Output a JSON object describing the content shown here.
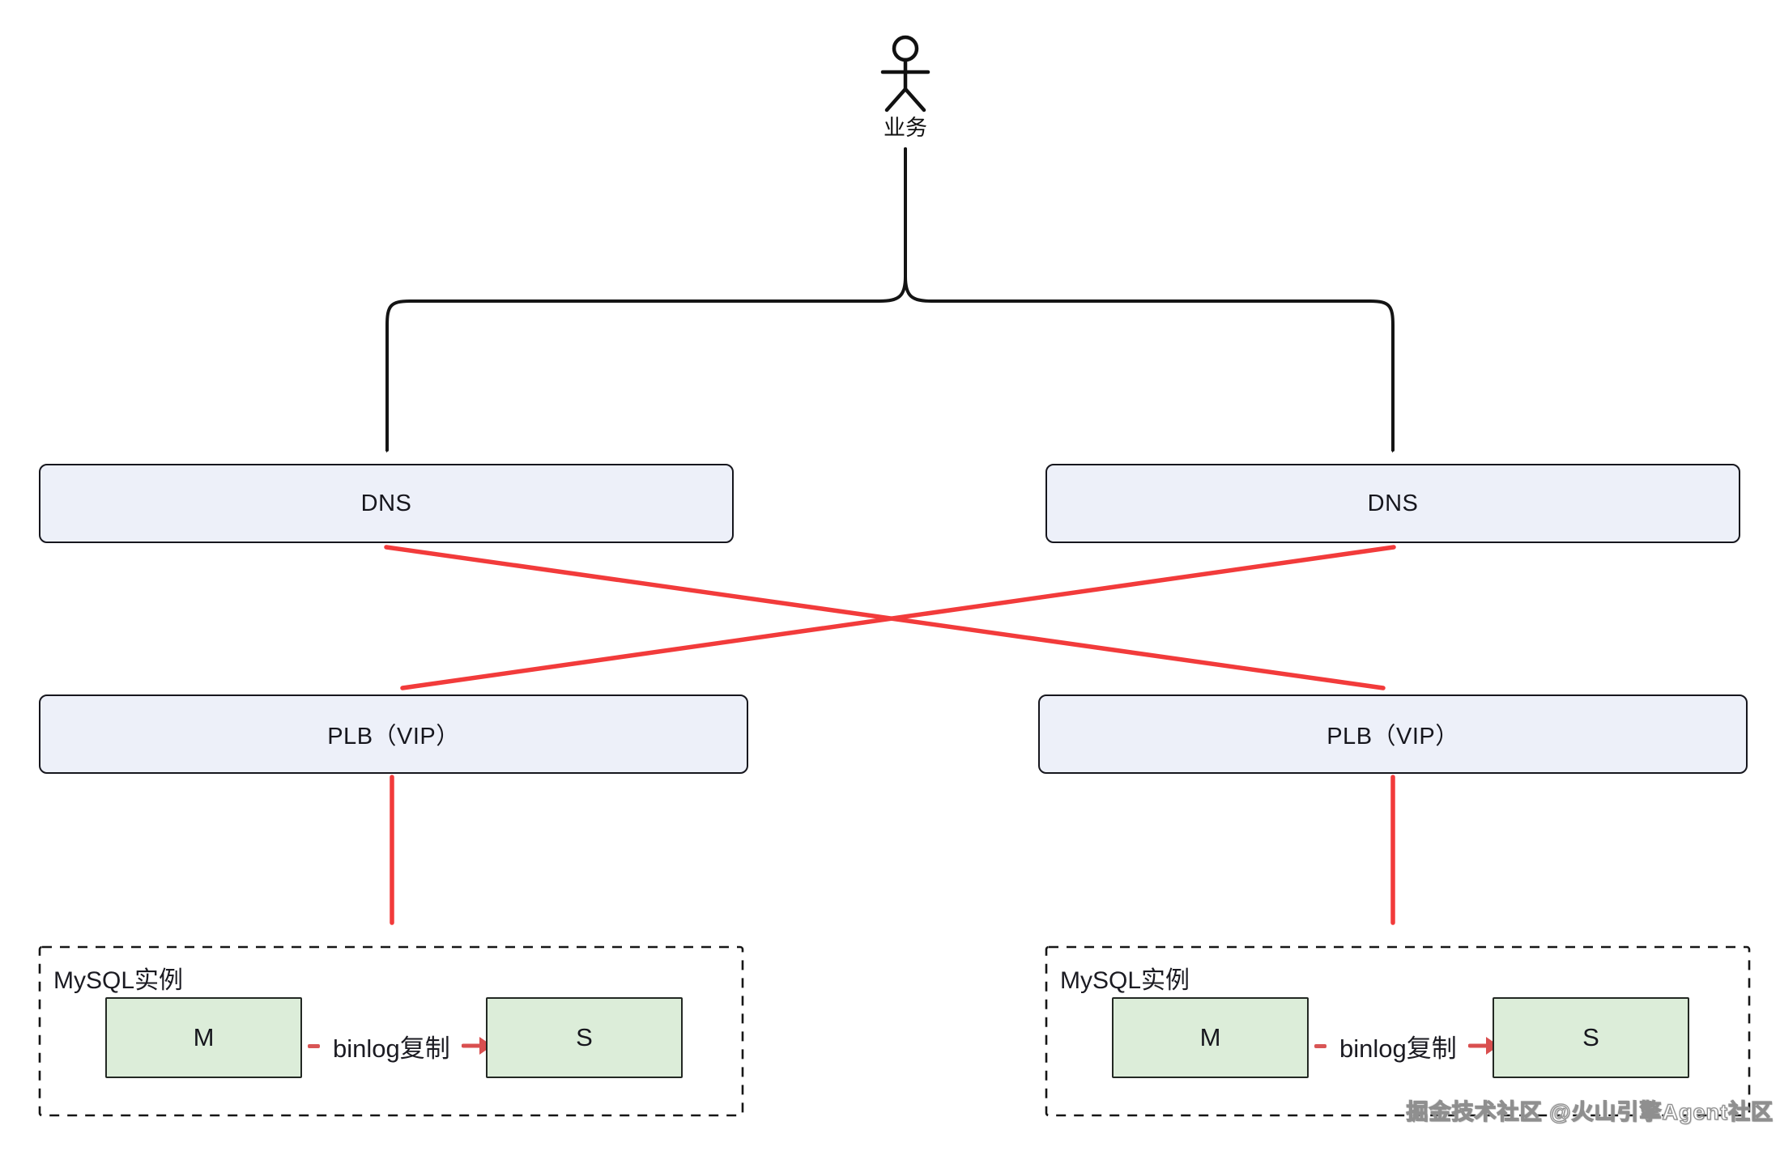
{
  "diagram": {
    "actor": {
      "label": "业务"
    },
    "left": {
      "dns_label": "DNS",
      "plb_label": "PLB（VIP）",
      "cluster": {
        "title": "MySQL实例",
        "master_label": "M",
        "slave_label": "S",
        "replication_label": "binlog复制"
      }
    },
    "right": {
      "dns_label": "DNS",
      "plb_label": "PLB（VIP）",
      "cluster": {
        "title": "MySQL实例",
        "master_label": "M",
        "slave_label": "S",
        "replication_label": "binlog复制"
      }
    },
    "watermark": "掘金技术社区 @火山引擎Agent社区"
  },
  "colors": {
    "node_fill": "#edf0f9",
    "node_border": "#16161d",
    "instance_fill": "#dcedd9",
    "instance_border": "#232823",
    "connector_black": "#141414",
    "arrow_red": "#f23b3b",
    "replication_red": "#d95555",
    "text": "#1b1b22",
    "watermark_gray": "#8f8f8f",
    "background": "#ffffff"
  }
}
